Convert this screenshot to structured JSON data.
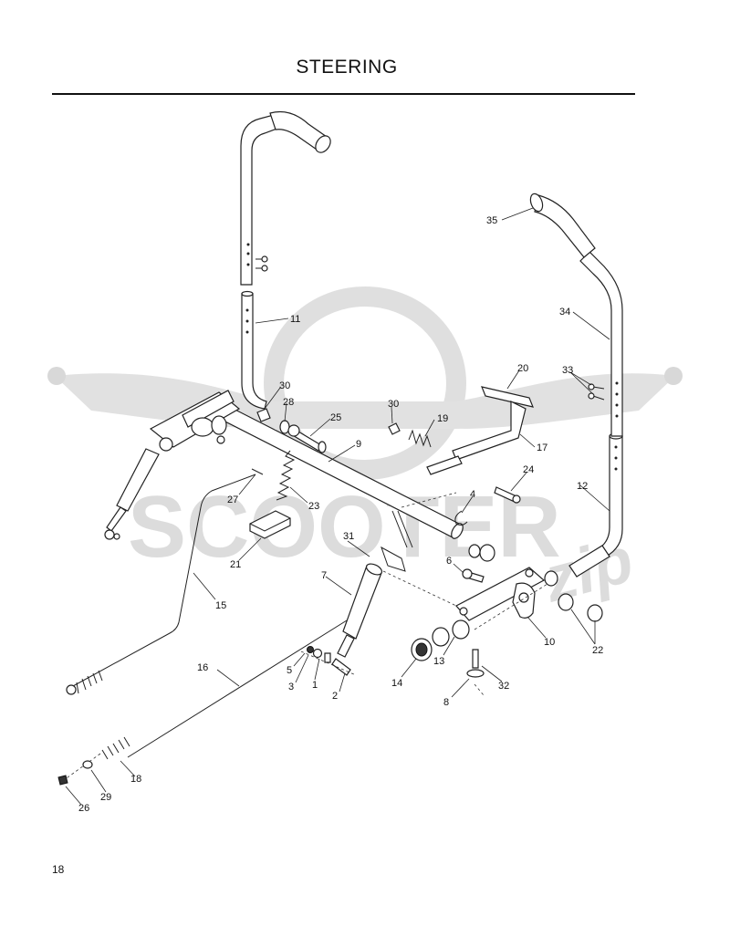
{
  "page": {
    "title": "STEERING",
    "page_number": "18"
  },
  "watermark": {
    "brand": "SCOOTER",
    "script": "zip",
    "color": "#d9d9d9"
  },
  "callouts": {
    "c1": "1",
    "c2": "2",
    "c3": "3",
    "c4": "4",
    "c5": "5",
    "c6": "6",
    "c7": "7",
    "c8": "8",
    "c9": "9",
    "c10": "10",
    "c11": "11",
    "c12": "12",
    "c13": "13",
    "c14": "14",
    "c15": "15",
    "c16": "16",
    "c17": "17",
    "c18": "18",
    "c19": "19",
    "c20": "20",
    "c21": "21",
    "c22": "22",
    "c23": "23",
    "c24": "24",
    "c25": "25",
    "c26": "26",
    "c27": "27",
    "c28": "28",
    "c29": "29",
    "c30a": "30",
    "c30b": "30",
    "c31": "31",
    "c32": "32",
    "c33": "33",
    "c34": "34",
    "c35": "35"
  }
}
